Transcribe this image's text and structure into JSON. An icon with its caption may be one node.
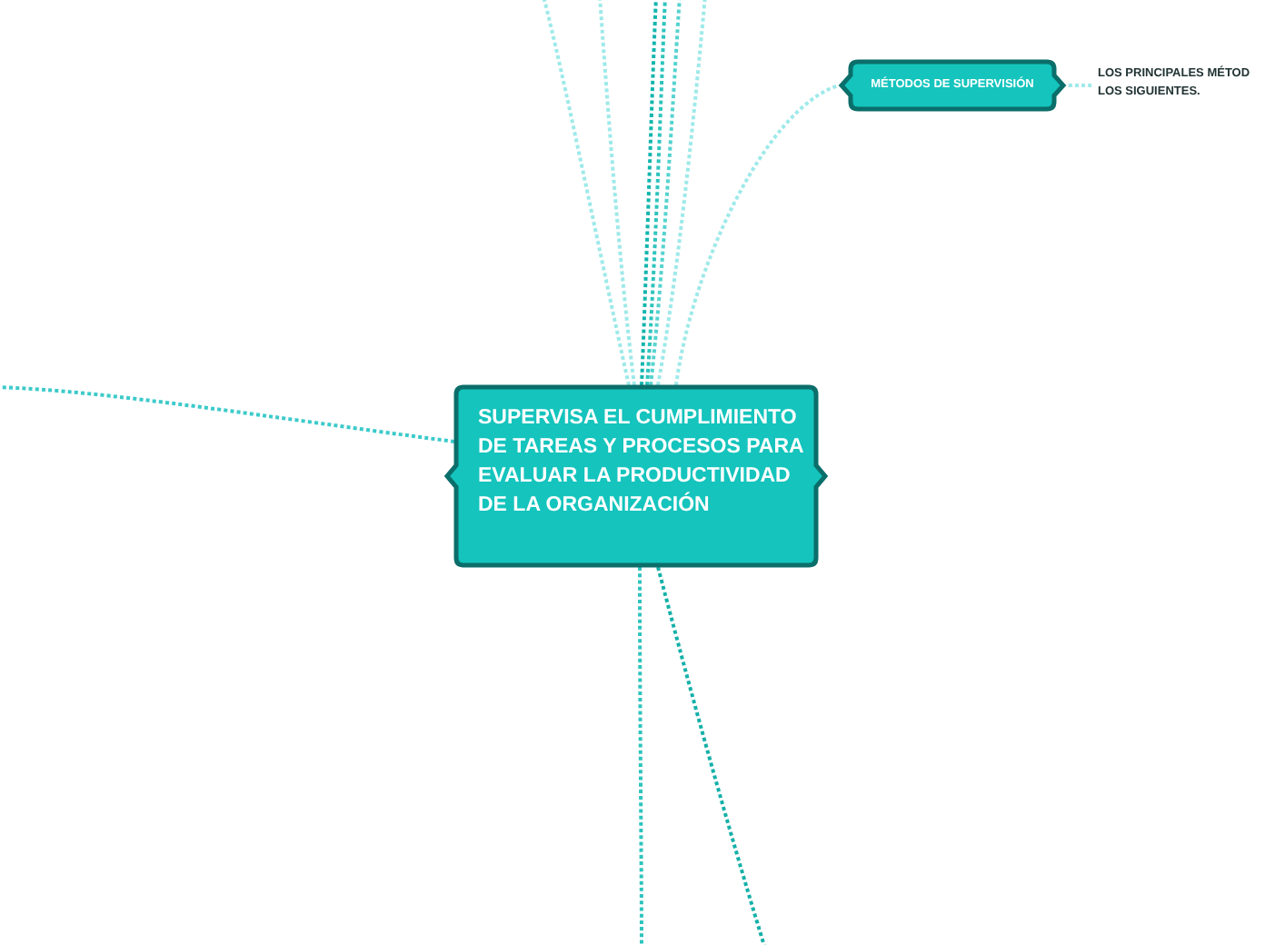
{
  "diagram": {
    "nodes": [
      {
        "text": [
          "SUPERVISA EL CUMPLIMIENTO DE TAREAS Y PROCESOS PARA EVALUAR LA PRODUCTIVIDAD DE LA ORGANIZACIÓN"
        ]
      },
      {
        "text": [
          "MÉTODOS DE SUPERVISIÓN"
        ]
      },
      {
        "text": [
          "LOS PRINCIPALES MÉTOD LOS SIGUIENTES."
        ]
      }
    ],
    "edges": [
      {
        "from": 0,
        "to": 1,
        "arrow": "none"
      },
      {
        "from": 1,
        "to": 2,
        "arrow": "none"
      },
      {
        "from": 0,
        "to": null,
        "arrow": "none"
      },
      {
        "from": 0,
        "to": null,
        "arrow": "none"
      },
      {
        "from": 0,
        "to": null,
        "arrow": "none",
        "color": "#12b5ad"
      },
      {
        "from": 0,
        "to": null,
        "arrow": "none",
        "color": "#2ec4bd"
      },
      {
        "from": 0,
        "to": null,
        "arrow": "none",
        "color": "#55d3cf"
      },
      {
        "from": 0,
        "to": null,
        "arrow": "none"
      },
      {
        "from": 0,
        "to": null,
        "arrow": "none",
        "color": "#3ccaca"
      },
      {
        "from": 0,
        "to": null,
        "arrow": "none",
        "color": "#2ec4bd"
      },
      {
        "from": 0,
        "to": null,
        "arrow": "none",
        "color": "#14b0a8"
      }
    ]
  }
}
